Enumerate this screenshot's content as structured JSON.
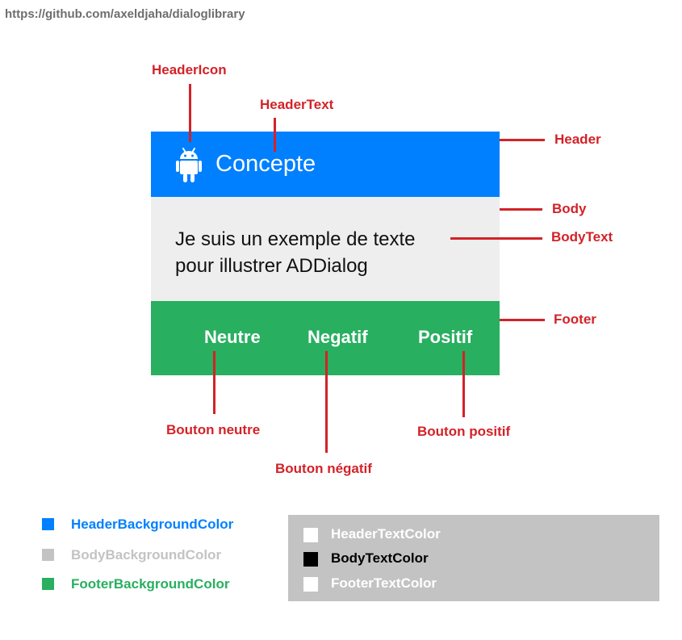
{
  "url": "https://github.com/axeldjaha/dialoglibrary",
  "dialog": {
    "header_icon": "android-icon",
    "header_text": "Concepte",
    "body_line1": "Je suis un exemple de texte",
    "body_line2": "pour illustrer ADDialog",
    "buttons": {
      "neutral": "Neutre",
      "negative": "Negatif",
      "positive": "Positif"
    }
  },
  "annotations": {
    "header_icon": "HeaderIcon",
    "header_text": "HeaderText",
    "header": "Header",
    "body": "Body",
    "body_text": "BodyText",
    "footer": "Footer",
    "button_neutral": "Bouton neutre",
    "button_negative": "Bouton négatif",
    "button_positive": "Bouton positif"
  },
  "legend": {
    "background": [
      {
        "label": "HeaderBackgroundColor",
        "color": "#0080ff"
      },
      {
        "label": "BodyBackgroundColor",
        "color": "#c3c3c3"
      },
      {
        "label": "FooterBackgroundColor",
        "color": "#28af60"
      }
    ],
    "text": [
      {
        "label": "HeaderTextColor",
        "color": "#ffffff"
      },
      {
        "label": "BodyTextColor",
        "color": "#000000"
      },
      {
        "label": "FooterTextColor",
        "color": "#ffffff"
      }
    ]
  },
  "colors": {
    "annotation": "#d32228",
    "header_bg": "#0080ff",
    "body_bg": "#eeeeee",
    "footer_bg": "#28af60"
  }
}
